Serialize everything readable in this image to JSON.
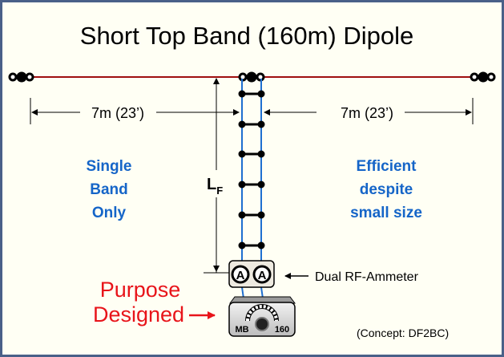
{
  "title": "Short  Top Band (160m)  Dipole",
  "left_length": "7m (23’)",
  "right_length": "7m (23’)",
  "feeder_label": "L",
  "feeder_subscript": "F",
  "left_notes": [
    "Single",
    "Band",
    "Only"
  ],
  "right_notes": [
    "Efficient",
    "despite",
    "small size"
  ],
  "ammeter_glyph": "A",
  "ammeter_label": "Dual RF-Ammeter",
  "purpose_lines": [
    "Purpose",
    "Designed"
  ],
  "tuner_left": "MB",
  "tuner_right": "160",
  "credit": "(Concept: DF2BC)",
  "colors": {
    "wire": "#a01010",
    "feeder": "#1f6fd0",
    "note": "#1565c8",
    "purpose": "#e8141a",
    "frame": "#4a6088",
    "background": "#fffff4"
  }
}
